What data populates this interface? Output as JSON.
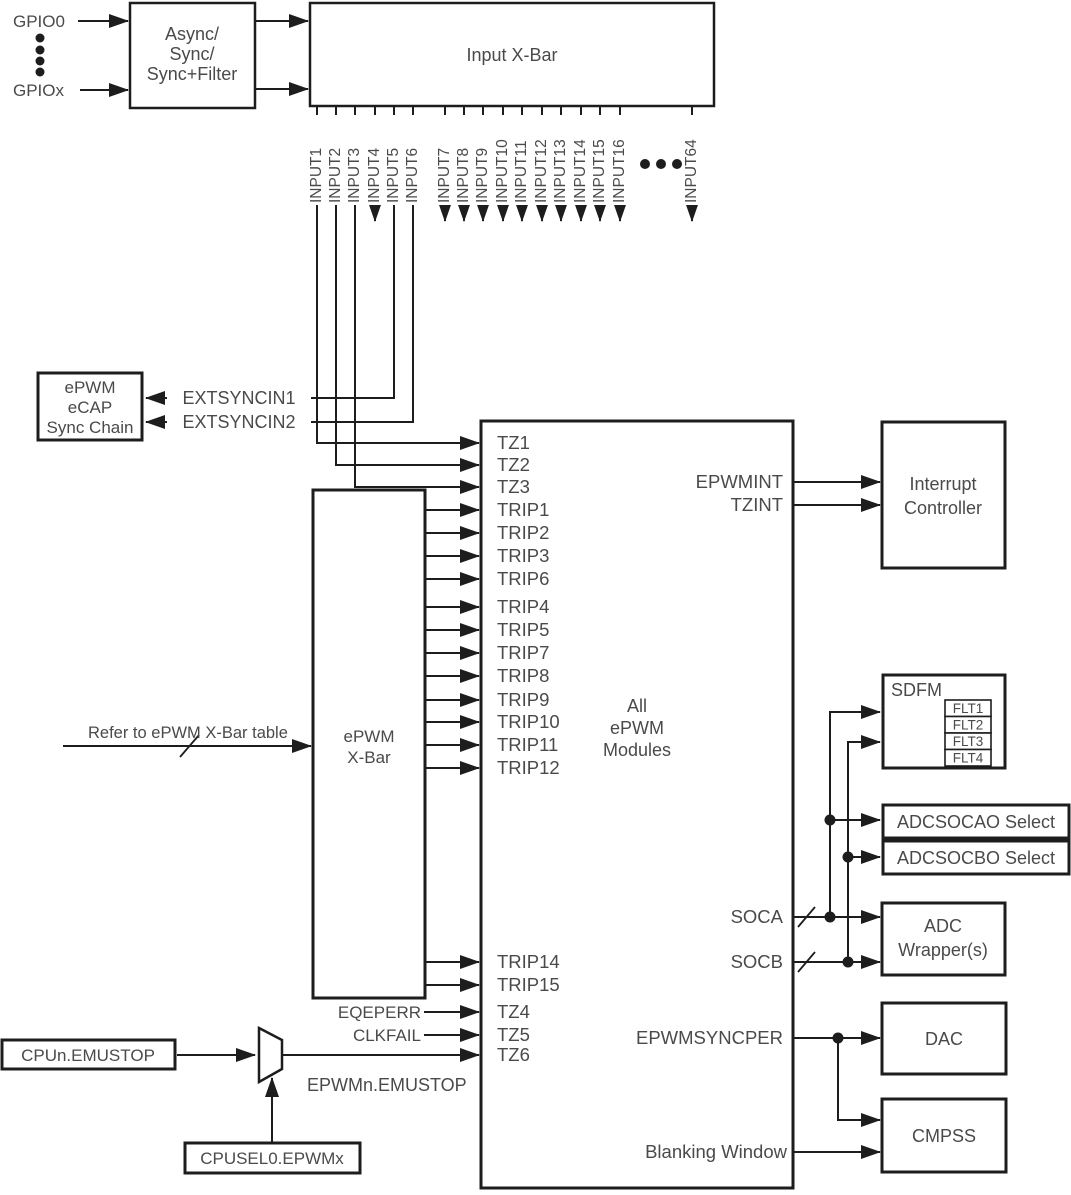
{
  "colors": {
    "ink": "#1d1d1d",
    "text": "#4a4a4a",
    "background": "#ffffff"
  },
  "io": {
    "gpio0": "GPIO0",
    "gpiox": "GPIOx"
  },
  "boxes": {
    "async_sync_filter": [
      "Async/",
      "Sync/",
      "Sync+Filter"
    ],
    "input_xbar": "Input X-Bar",
    "epwm_ecap_sync_chain": [
      "ePWM",
      "eCAP",
      "Sync Chain"
    ],
    "epwm_xbar": [
      "ePWM",
      "X-Bar"
    ],
    "all_epwm_modules": [
      "All",
      "ePWM",
      "Modules"
    ],
    "interrupt_controller": [
      "Interrupt",
      "Controller"
    ],
    "sdfm": "SDFM",
    "sdfm_filters": [
      "FLT1",
      "FLT2",
      "FLT3",
      "FLT4"
    ],
    "adcsocao_select": "ADCSOCAO Select",
    "adcsocbo_select": "ADCSOCBO Select",
    "adc_wrappers": [
      "ADC",
      "Wrapper(s)"
    ],
    "dac": "DAC",
    "cmpss": "CMPSS",
    "cpun_emustop": "CPUn.EMUSTOP",
    "cpusel0_epwmx": "CPUSEL0.EPWMx"
  },
  "inputs": [
    "INPUT1",
    "INPUT2",
    "INPUT3",
    "INPUT4",
    "INPUT5",
    "INPUT6",
    "INPUT7",
    "INPUT8",
    "INPUT9",
    "INPUT10",
    "INPUT11",
    "INPUT12",
    "INPUT13",
    "INPUT14",
    "INPUT15",
    "INPUT16",
    "INPUT64"
  ],
  "ports": {
    "left": [
      "TZ1",
      "TZ2",
      "TZ3",
      "TRIP1",
      "TRIP2",
      "TRIP3",
      "TRIP6",
      "TRIP4",
      "TRIP5",
      "TRIP7",
      "TRIP8",
      "TRIP9",
      "TRIP10",
      "TRIP11",
      "TRIP12",
      "TRIP14",
      "TRIP15",
      "TZ4",
      "TZ5",
      "TZ6"
    ],
    "right": [
      "EPWMINT",
      "TZINT",
      "SOCA",
      "SOCB",
      "EPWMSYNCPER",
      "Blanking Window"
    ]
  },
  "signals": {
    "extsyncin1": "EXTSYNCIN1",
    "extsyncin2": "EXTSYNCIN2",
    "eqeperr": "EQEPERR",
    "clkfail": "CLKFAIL",
    "epwmn_emustop": "EPWMn.EMUSTOP",
    "refer_note": "Refer to ePWM X-Bar table"
  }
}
